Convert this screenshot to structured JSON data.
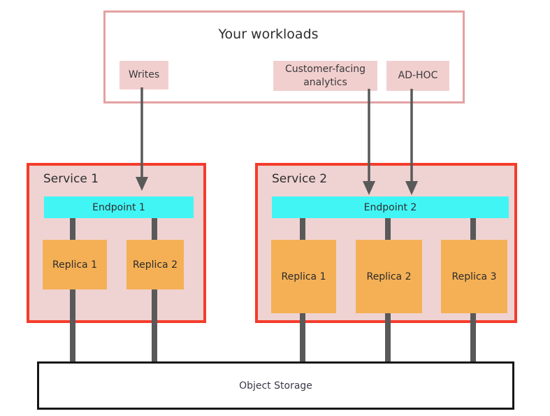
{
  "workloads": {
    "title": "Your workloads",
    "items": [
      {
        "label": "Writes"
      },
      {
        "label": "Customer-facing analytics"
      },
      {
        "label": "AD-HOC"
      }
    ]
  },
  "services": [
    {
      "name": "Service 1",
      "endpoint_label": "Endpoint 1",
      "replicas": [
        {
          "label": "Replica 1"
        },
        {
          "label": "Replica 2"
        }
      ]
    },
    {
      "name": "Service 2",
      "endpoint_label": "Endpoint 2",
      "replicas": [
        {
          "label": "Replica 1"
        },
        {
          "label": "Replica 2"
        },
        {
          "label": "Replica 3"
        }
      ]
    }
  ],
  "storage": {
    "label": "Object Storage"
  },
  "colors": {
    "workloads_border": "#e3a1a1",
    "workload_item_fill": "#f2cfcf",
    "service_border": "#f43c2b",
    "service_fill": "#efd2d2",
    "endpoint_fill": "#42f5f5",
    "replica_fill": "#f5b055",
    "connector_gray": "#595959",
    "storage_border": "#161616",
    "text_dark": "#333333"
  }
}
